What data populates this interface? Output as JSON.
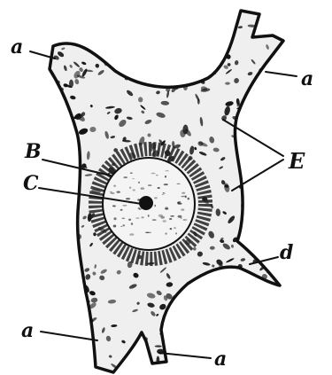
{
  "labels": {
    "a_upper_left": "a",
    "a_upper_right": "a",
    "e_right": "E",
    "b_left": "B",
    "c_left": "C",
    "d_right": "d",
    "a_lower_left": "a",
    "a_lower_right": "a"
  },
  "colors": {
    "ink": "#111111",
    "paper": "#ffffff",
    "nucleus_fill": "#f4f4f4",
    "cell_fill": "#efefef"
  }
}
